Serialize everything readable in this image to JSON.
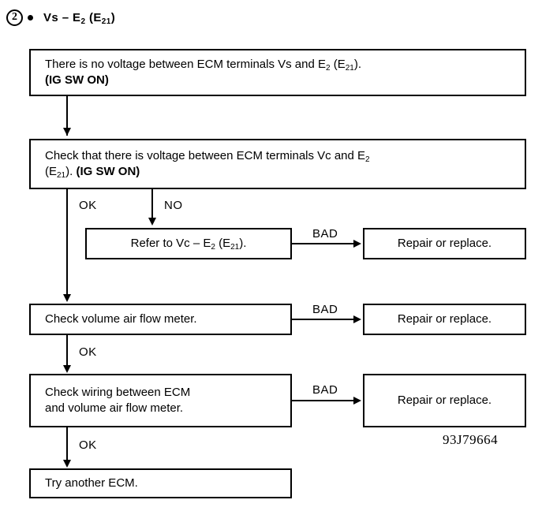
{
  "header": {
    "step_number": "2",
    "title_prefix": "Vs ",
    "title_dash": "–",
    "title_e": " E",
    "title_e_sub": "2",
    "title_paren_open": " (E",
    "title_paren_sub": "21",
    "title_paren_close": ")",
    "title_plain": "Vs – E2 (E21)"
  },
  "boxes": {
    "symptom": {
      "line1": "There is no voltage between ECM terminals Vs and E",
      "line1_sub": "2",
      "line1_tail": " (E",
      "line1_tail_sub": "21",
      "line1_end": ").",
      "line2": "(IG SW ON)"
    },
    "check_vc": {
      "line1": "Check that there is voltage between ECM terminals Vc and E",
      "line1_sub": "2",
      "line2_open": "(E",
      "line2_sub": "21",
      "line2_close": "). ",
      "line2_bold": "(IG SW ON)"
    },
    "refer": {
      "text_a": "Refer to Vc – E",
      "sub_a": "2",
      "text_b": " (E",
      "sub_b": "21",
      "text_c": ")."
    },
    "check_vafm": {
      "label": "Check volume air flow meter."
    },
    "check_wiring": {
      "line1": "Check wiring between ECM",
      "line2": "and volume air flow meter."
    },
    "try_ecm": {
      "label": "Try another ECM."
    },
    "repair1": {
      "label": "Repair or replace."
    },
    "repair2": {
      "label": "Repair or replace."
    },
    "repair3": {
      "label": "Repair or replace."
    }
  },
  "edges": {
    "ok1": "OK",
    "no1": "NO",
    "bad1": "BAD",
    "bad2": "BAD",
    "bad3": "BAD",
    "ok2": "OK",
    "ok3": "OK"
  },
  "figure_code": "93J79664",
  "colors": {
    "ink": "#000000",
    "paper": "#ffffff"
  }
}
